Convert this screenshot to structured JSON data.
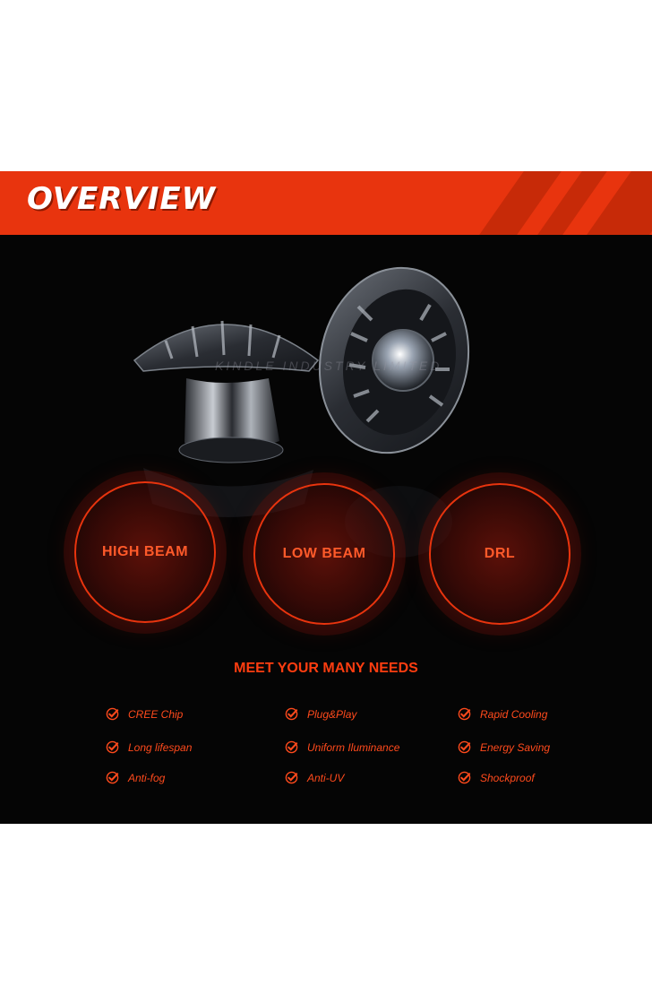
{
  "banner": {
    "title": "OVERVIEW"
  },
  "watermark": "KINDLE INDUSTRY LIMITED",
  "modes": [
    "HIGH BEAM",
    "LOW BEAM",
    "DRL"
  ],
  "needs": {
    "title": "MEET YOUR MANY NEEDS",
    "features": [
      "CREE Chip",
      "Plug&Play",
      "Rapid Cooling",
      "Long lifespan",
      "Uniform Iluminance",
      "Energy Saving",
      "Anti-fog",
      "Anti-UV",
      "Shockproof"
    ]
  },
  "colors": {
    "accent": "#e8340e",
    "background": "#050505"
  }
}
